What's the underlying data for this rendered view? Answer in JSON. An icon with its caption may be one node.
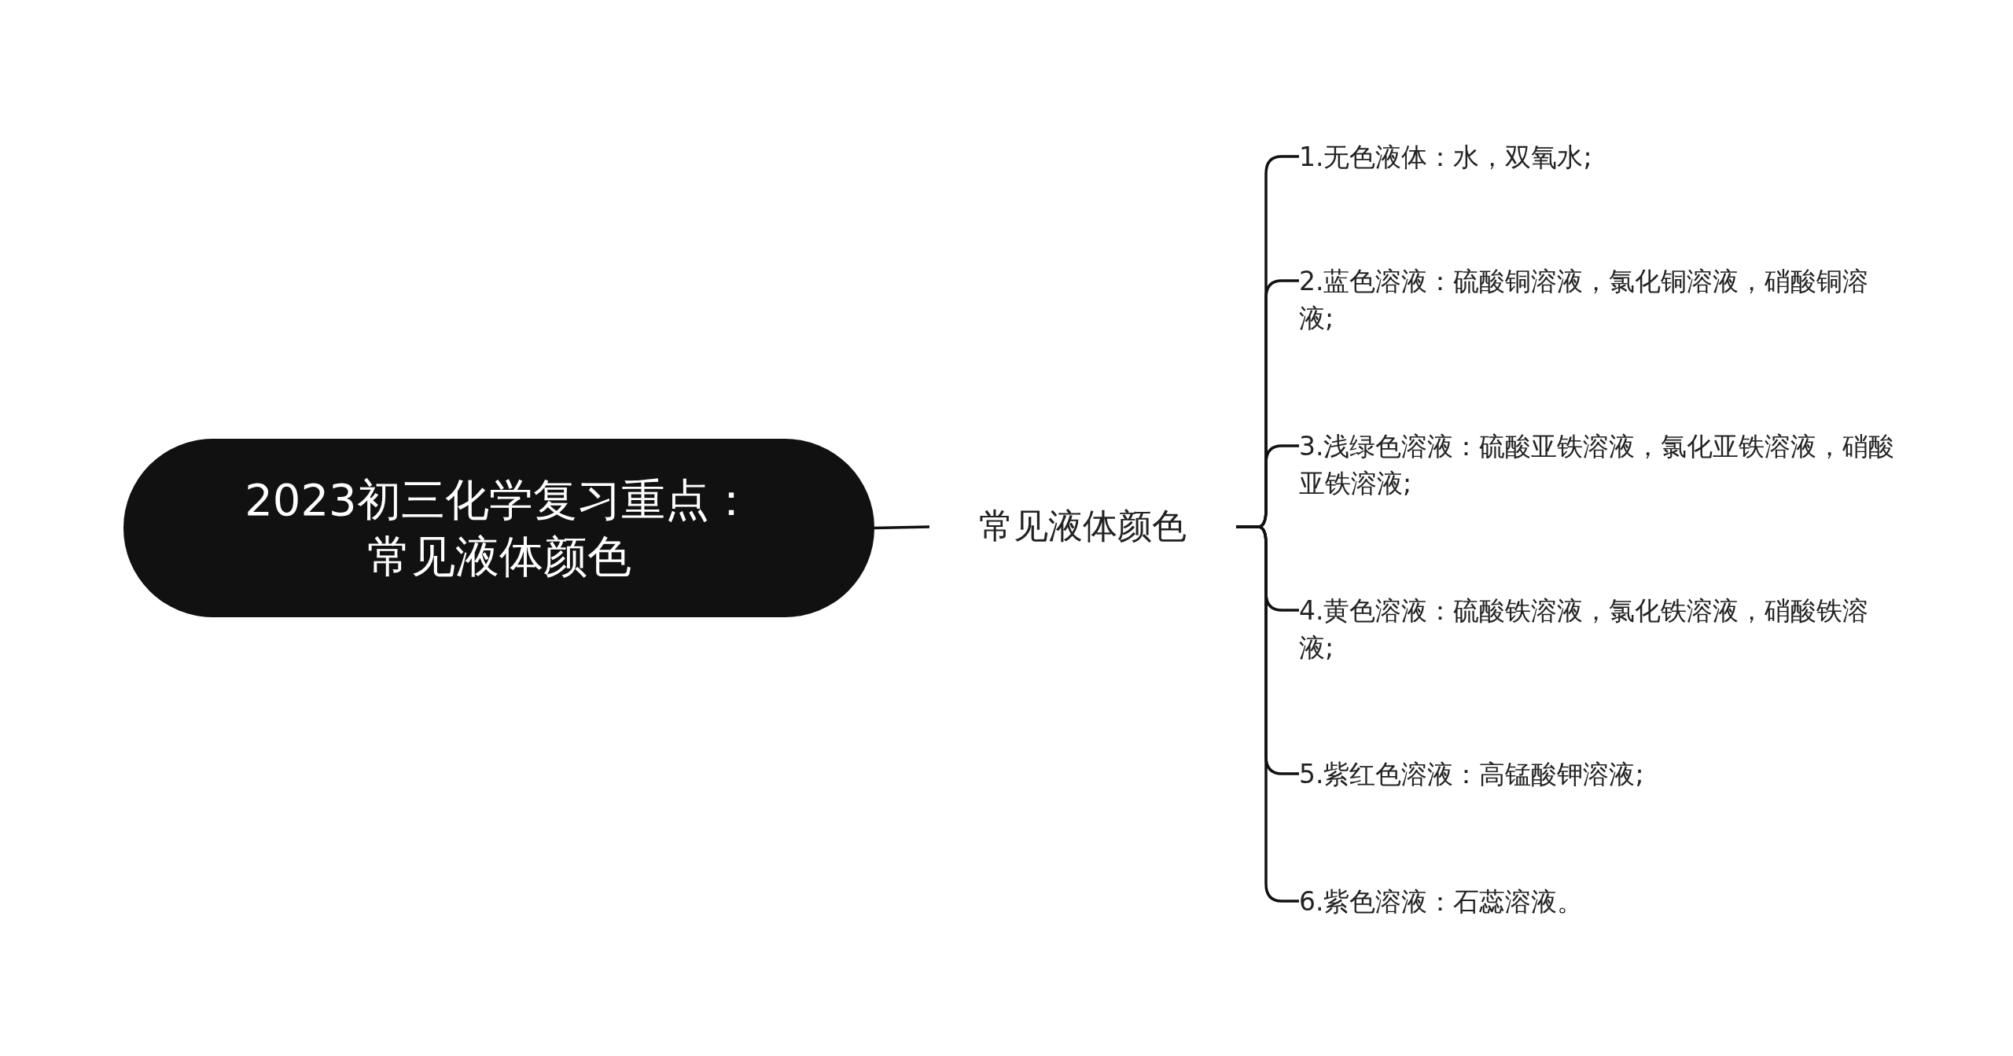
{
  "diagram": {
    "nodes": [
      {
        "text": [
          "2023初三化学复习重点：常见液体颜色"
        ]
      },
      {
        "text": [
          "常见液体颜色"
        ]
      },
      {
        "text": [
          "1.无色液体：水，双氧水;"
        ]
      },
      {
        "text": [
          "2.蓝色溶液：硫酸铜溶液，氯化铜溶液，硝酸铜溶液;"
        ]
      },
      {
        "text": [
          "3.浅绿色溶液：硫酸亚铁溶液，氯化亚铁溶液，硝酸亚铁溶液;"
        ]
      },
      {
        "text": [
          "4.黄色溶液：硫酸铁溶液，氯化铁溶液，硝酸铁溶液;"
        ]
      },
      {
        "text": [
          "5.紫红色溶液：高锰酸钾溶液;"
        ]
      },
      {
        "text": [
          "6.紫色溶液：石蕊溶液。"
        ]
      }
    ],
    "edges": [
      {
        "from": 0,
        "to": 1,
        "arrow": "none"
      },
      {
        "from": 1,
        "to": 2,
        "arrow": "none"
      },
      {
        "from": 1,
        "to": 3,
        "arrow": "none"
      },
      {
        "from": 1,
        "to": 4,
        "arrow": "none"
      },
      {
        "from": 1,
        "to": 5,
        "arrow": "none"
      },
      {
        "from": 1,
        "to": 6,
        "arrow": "none"
      },
      {
        "from": 1,
        "to": 7,
        "arrow": "none"
      }
    ]
  }
}
